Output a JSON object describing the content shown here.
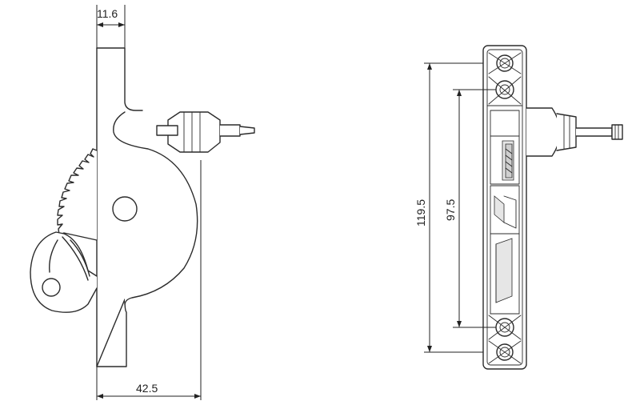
{
  "dimensions": {
    "side_width": "11.6",
    "side_depth": "42.5",
    "front_overall": "119.5",
    "front_hole_spacing": "97.5"
  }
}
